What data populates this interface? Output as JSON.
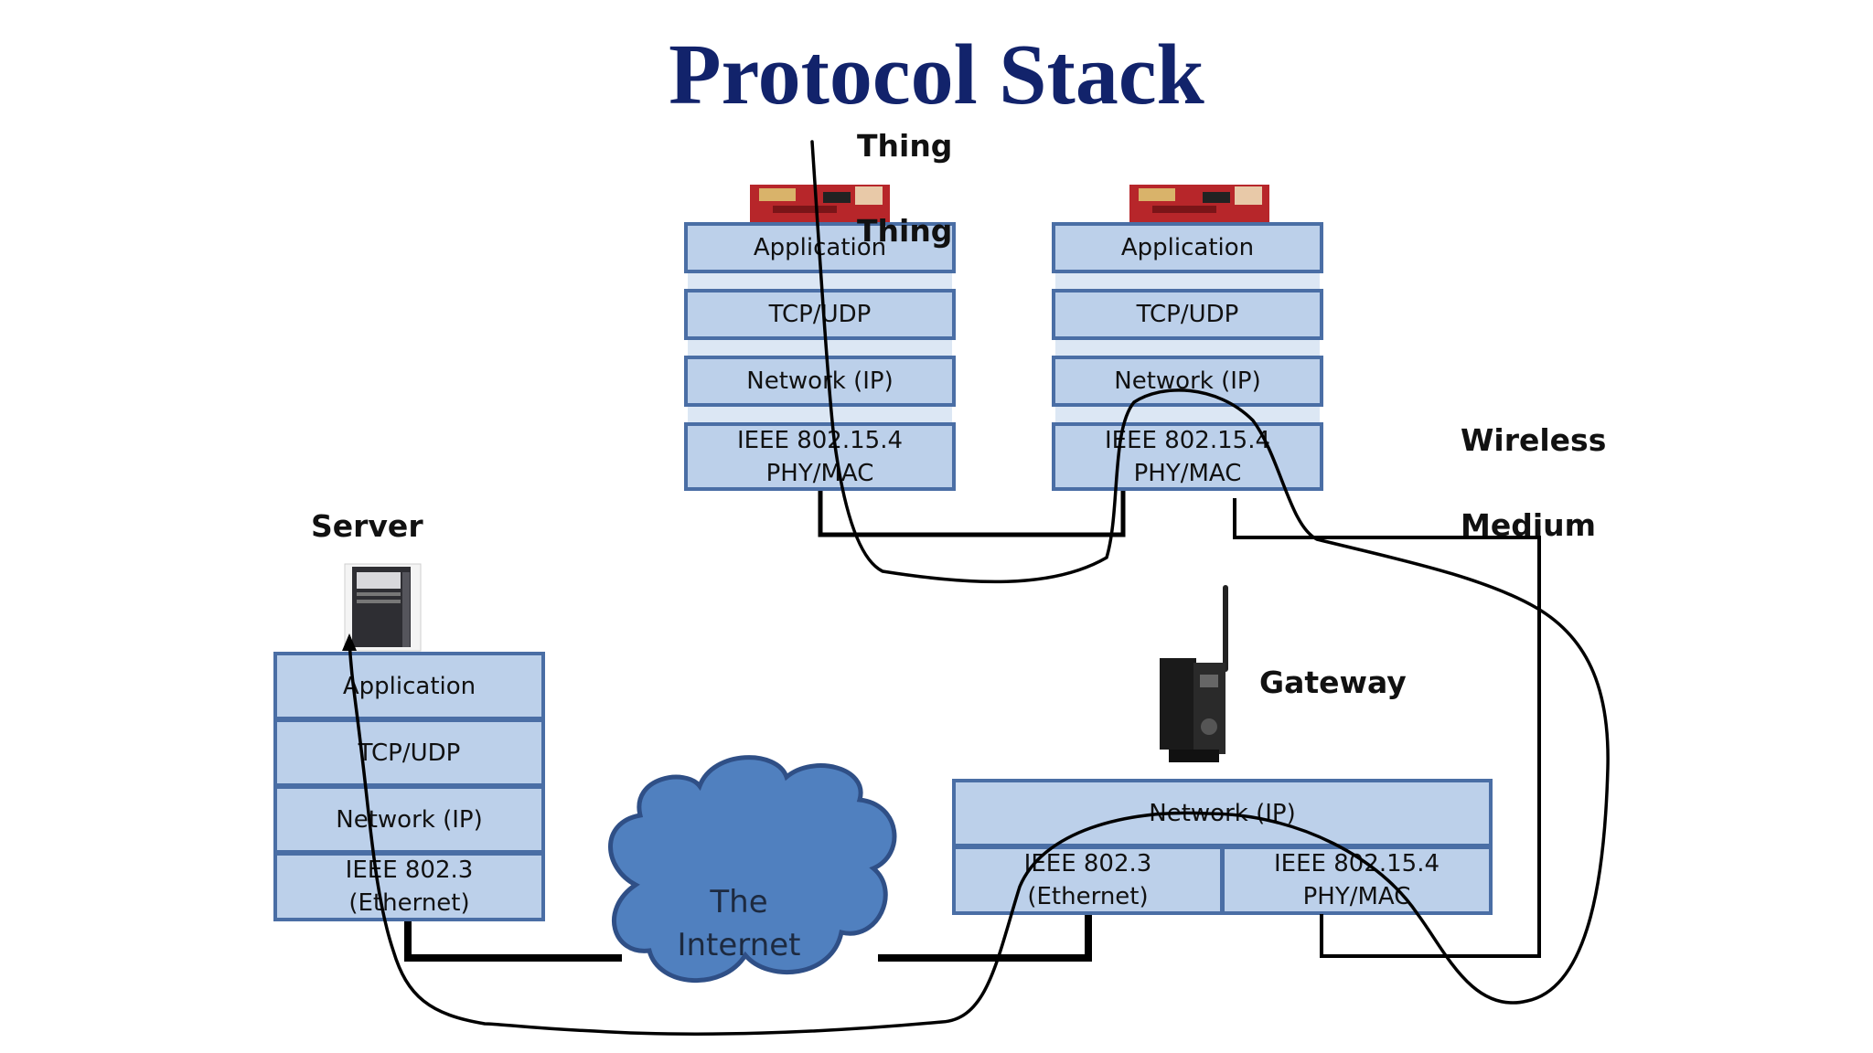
{
  "title": "Protocol Stack",
  "thing1": {
    "label": "Thing",
    "overlay_label": "Thing",
    "layers": [
      "Application",
      "TCP/UDP",
      "Network (IP)",
      "IEEE 802.15.4",
      "PHY/MAC"
    ]
  },
  "thing2": {
    "layers": [
      "Application",
      "TCP/UDP",
      "Network (IP)",
      "IEEE 802.15.4",
      "PHY/MAC"
    ]
  },
  "wireless": {
    "line1": "Wireless",
    "line2": "Medium"
  },
  "server": {
    "label": "Server",
    "layers": [
      "Application",
      "TCP/UDP",
      "Network (IP)",
      "IEEE 802.3",
      "(Ethernet)"
    ]
  },
  "gateway": {
    "label": "Gateway",
    "network": "Network (IP)",
    "eth_line1": "IEEE 802.3",
    "eth_line2": "(Ethernet)",
    "wpan_line1": "IEEE 802.15.4",
    "wpan_line2": "PHY/MAC"
  },
  "internet": {
    "line1": "The",
    "line2": "Internet"
  },
  "colors": {
    "title": "#12236b",
    "layer_fill": "#bcd0ea",
    "layer_border": "#4a6ea5",
    "cloud_fill": "#5080bf",
    "cloud_stroke": "#2f4f86"
  },
  "icons": [
    "board-photo",
    "board-photo",
    "server-tower-icon",
    "gateway-device-icon",
    "internet-cloud-icon"
  ]
}
